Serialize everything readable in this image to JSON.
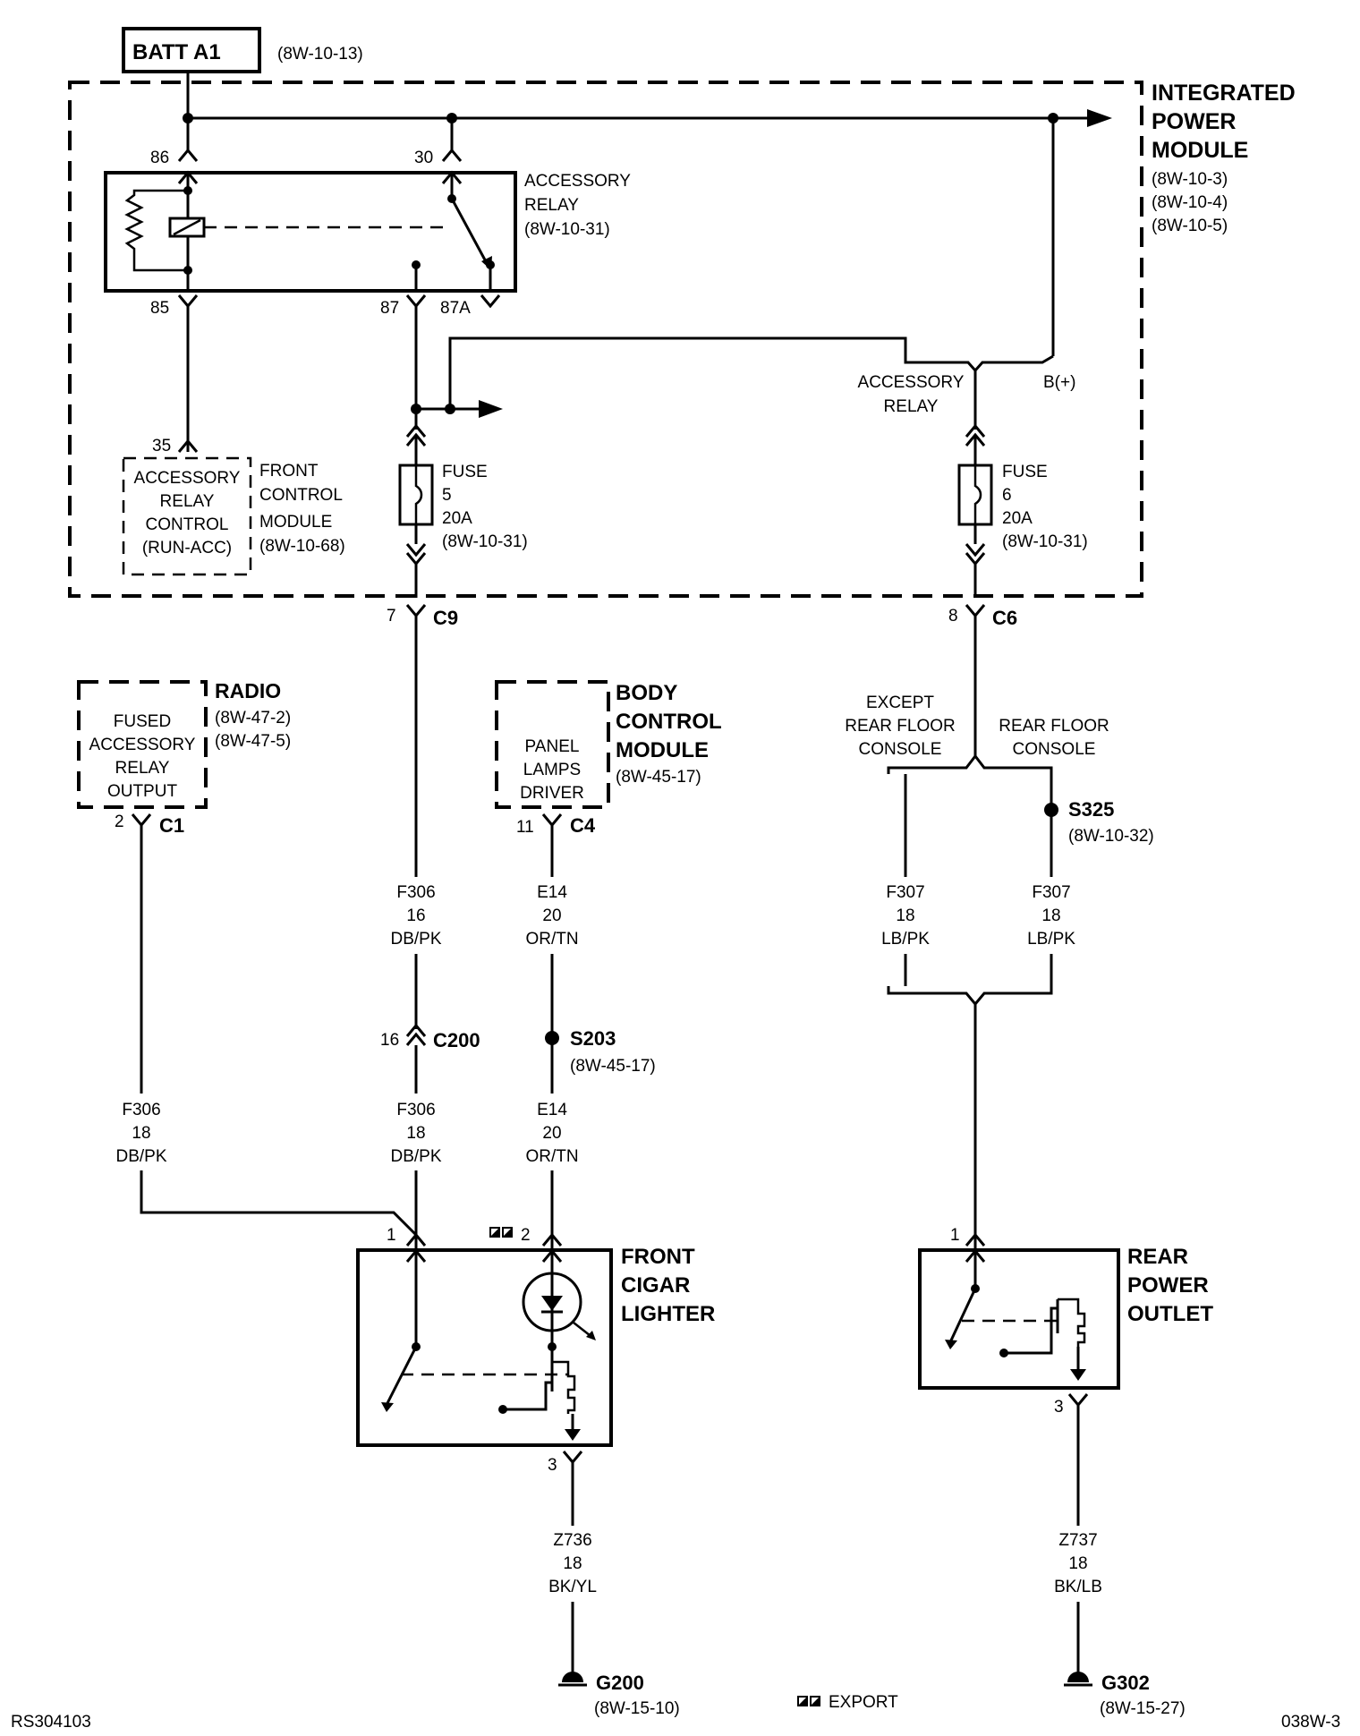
{
  "batt": {
    "name": "BATT A1",
    "ref": "(8W-10-13)"
  },
  "ipm": {
    "line1": "INTEGRATED",
    "line2": "POWER",
    "line3": "MODULE",
    "ref1": "(8W-10-3)",
    "ref2": "(8W-10-4)",
    "ref3": "(8W-10-5)"
  },
  "relay": {
    "line1": "ACCESSORY",
    "line2": "RELAY",
    "ref": "(8W-10-31)",
    "pin86": "86",
    "pin30": "30",
    "pin85": "85",
    "pin87": "87",
    "pin87a": "87A"
  },
  "fcm": {
    "pin": "35",
    "box1": "ACCESSORY",
    "box2": "RELAY",
    "box3": "CONTROL",
    "box4": "(RUN-ACC)",
    "label1": "FRONT",
    "label2": "CONTROL",
    "label3": "MODULE",
    "ref": "(8W-10-68)"
  },
  "fuse5": {
    "l1": "FUSE",
    "l2": "5",
    "l3": "20A",
    "ref": "(8W-10-31)"
  },
  "fuse6": {
    "l1": "FUSE",
    "l2": "6",
    "l3": "20A",
    "ref": "(8W-10-31)"
  },
  "acc_out": {
    "l1": "ACCESSORY",
    "l2": "RELAY",
    "bplus": "B(+)"
  },
  "c9": {
    "pin": "7",
    "name": "C9"
  },
  "c6": {
    "pin": "8",
    "name": "C6"
  },
  "radio": {
    "title": "RADIO",
    "ref1": "(8W-47-2)",
    "ref2": "(8W-47-5)",
    "box1": "FUSED",
    "box2": "ACCESSORY",
    "box3": "RELAY",
    "box4": "OUTPUT",
    "pin": "2",
    "conn": "C1"
  },
  "bcm": {
    "t1": "BODY",
    "t2": "CONTROL",
    "t3": "MODULE",
    "ref": "(8W-45-17)",
    "box1": "PANEL",
    "box2": "LAMPS",
    "box3": "DRIVER",
    "pin": "11",
    "conn": "C4"
  },
  "branch": {
    "except1": "EXCEPT",
    "except2": "REAR FLOOR",
    "except3": "CONSOLE",
    "rear1": "REAR FLOOR",
    "rear2": "CONSOLE"
  },
  "s325": {
    "name": "S325",
    "ref": "(8W-10-32)"
  },
  "wire_f306_a": {
    "code": "F306",
    "gauge": "16",
    "color": "DB/PK"
  },
  "wire_e14_a": {
    "code": "E14",
    "gauge": "20",
    "color": "OR/TN"
  },
  "wire_f307_a": {
    "code": "F307",
    "gauge": "18",
    "color": "LB/PK"
  },
  "wire_f307_b": {
    "code": "F307",
    "gauge": "18",
    "color": "LB/PK"
  },
  "c200": {
    "pin": "16",
    "name": "C200"
  },
  "s203": {
    "name": "S203",
    "ref": "(8W-45-17)"
  },
  "wire_f306_radio": {
    "code": "F306",
    "gauge": "18",
    "color": "DB/PK"
  },
  "wire_f306_b": {
    "code": "F306",
    "gauge": "18",
    "color": "DB/PK"
  },
  "wire_e14_b": {
    "code": "E14",
    "gauge": "20",
    "color": "OR/TN"
  },
  "lighter": {
    "t1": "FRONT",
    "t2": "CIGAR",
    "t3": "LIGHTER",
    "pin1": "1",
    "pin2": "2",
    "pin3": "3"
  },
  "outlet": {
    "t1": "REAR",
    "t2": "POWER",
    "t3": "OUTLET",
    "pin1": "1",
    "pin3": "3"
  },
  "wire_z736": {
    "code": "Z736",
    "gauge": "18",
    "color": "BK/YL"
  },
  "wire_z737": {
    "code": "Z737",
    "gauge": "18",
    "color": "BK/LB"
  },
  "g200": {
    "name": "G200",
    "ref": "(8W-15-10)"
  },
  "g302": {
    "name": "G302",
    "ref": "(8W-15-27)"
  },
  "legend": {
    "export": "EXPORT"
  },
  "footer": {
    "left": "RS304103",
    "right": "038W-3"
  }
}
